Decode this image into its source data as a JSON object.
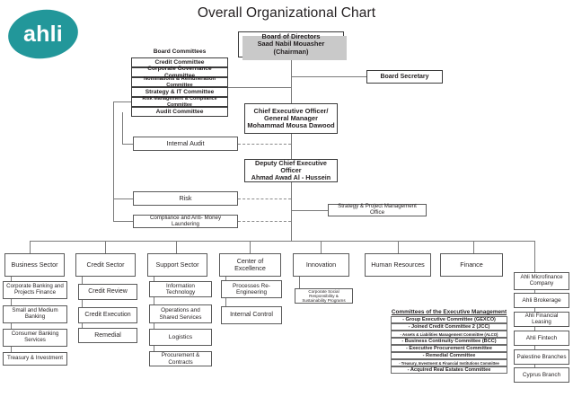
{
  "page": {
    "title": "Overall Organizational Chart",
    "logo_text": "ahli",
    "logo_color": "#22979a",
    "line_color": "#7a7a7a",
    "border_color": "#5a5a5a"
  },
  "board_committees": {
    "caption": "Board Committees",
    "items": [
      "Credit Committee",
      "Corporate Governance Committee",
      "Nominations & Remuneration Committee",
      "Strategy & IT Committee",
      "Risk Management & Compliance Committee",
      "Audit Committee"
    ]
  },
  "top": {
    "board_of_directors_line1": "Board of Directors",
    "board_of_directors_line2": "Saad Nabil Mouasher (Chairman)",
    "board_secretary": "Board Secretary",
    "ceo_line1": "Chief Executive Officer/",
    "ceo_line2": "General Manager",
    "ceo_line3": "Mohammad Mousa Dawood",
    "deputy_line1": "Deputy Chief Executive Officer",
    "deputy_line2": "Ahmad Awad Al - Hussein"
  },
  "independent_units": [
    "Internal Audit",
    "Risk",
    "Compliance and Anti- Money Laundering"
  ],
  "strategy_office": "Strategy & Project Management Office",
  "sectors": [
    {
      "name": "Business Sector",
      "children": [
        "Corporate Banking and Projects Finance",
        "Small and Medium Banking",
        "Consumer Banking Services",
        "Treasury & Investment"
      ]
    },
    {
      "name": "Credit Sector",
      "children": [
        "Credit Review",
        "Credit Execution",
        "Remedial"
      ]
    },
    {
      "name": "Support Sector",
      "children": [
        "Information Technology",
        "Operations and Shared Services",
        "Logistics",
        "Procurement & Contracts"
      ]
    },
    {
      "name": "Center of Excellence",
      "children": [
        "Processes Re- Engineering",
        "Internal Control"
      ]
    },
    {
      "name": "Innovation",
      "children": [
        "Corporate Social Responsibility & Sustainability Programs"
      ]
    },
    {
      "name": "Human Resources",
      "children": []
    },
    {
      "name": "Finance",
      "children": []
    }
  ],
  "executive_committees": {
    "title": "Committees of the Executive Management",
    "items": [
      "- Group Executive Committee (GEXCO)",
      "- Joined Credit Committee 2 (JCC)",
      "- Assets & Liabilities Management Committee (ALCO)",
      "- Business Continuity Committee (BCC)",
      "- Executive Procurement Committee",
      "- Remedial Committee",
      "- Treasury, Investment & Financial Institutions Committee",
      "- Acquired Real Estates Committee"
    ]
  },
  "subsidiaries": [
    "Ahli Microfinance Company",
    "Ahli Brokerage",
    "Ahli Financial Leasing",
    "Ahli Fintech",
    "Palestine Branches",
    "Cyprus Branch"
  ]
}
